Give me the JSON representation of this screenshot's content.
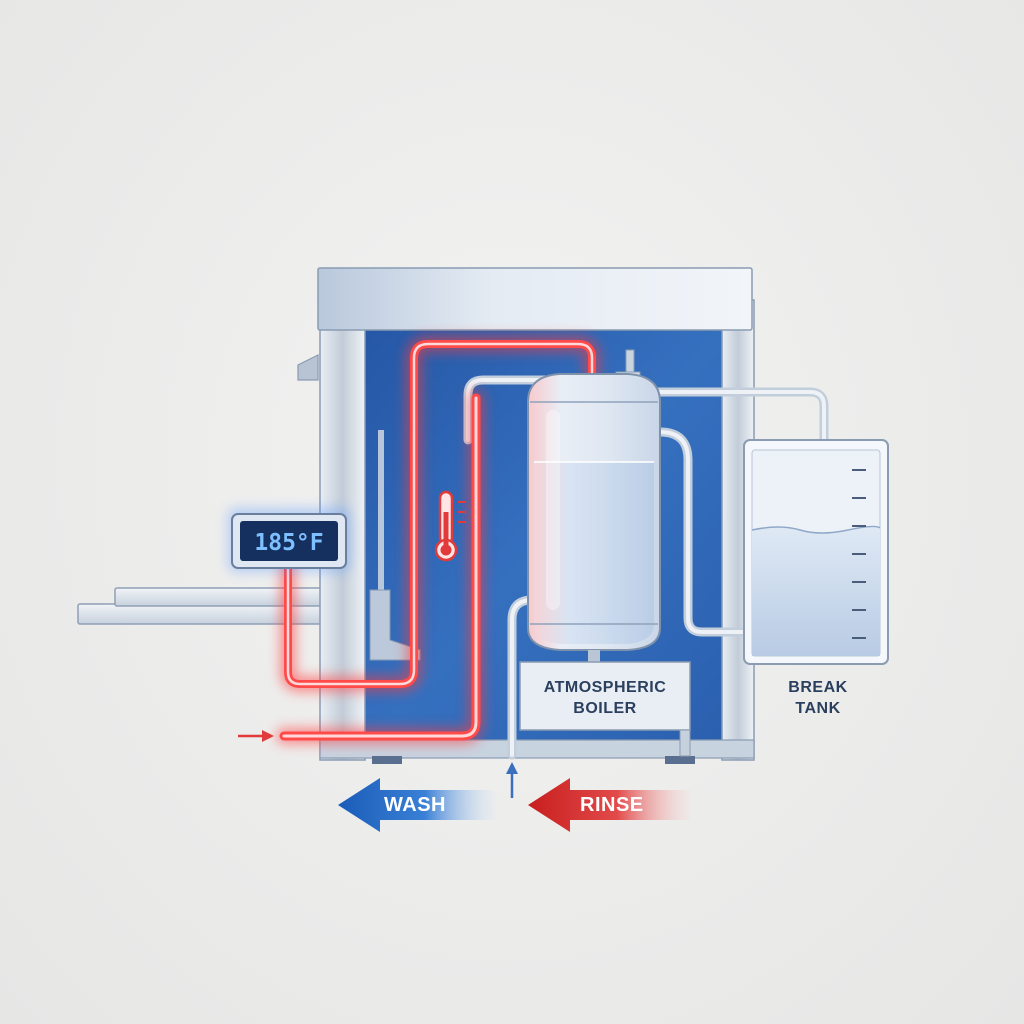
{
  "display": {
    "temperature": "185°F"
  },
  "labels": {
    "boiler_line1": "ATMOSPHERIC",
    "boiler_line2": "BOILER",
    "tank_line1": "BREAK",
    "tank_line2": "TANK"
  },
  "arrows": {
    "wash": "WASH",
    "rinse": "RINSE"
  },
  "icons": {
    "thermometer": "thermometer-icon",
    "inlet_arrow": "arrow-right-icon",
    "up_arrow": "arrow-up-icon"
  },
  "colors": {
    "hot_pipe": "#ff3b3b",
    "wash_blue": "#1a5cb8",
    "rinse_red": "#d92626",
    "panel_blue": "#2f66b3",
    "display_blue": "#1d6fe0"
  }
}
